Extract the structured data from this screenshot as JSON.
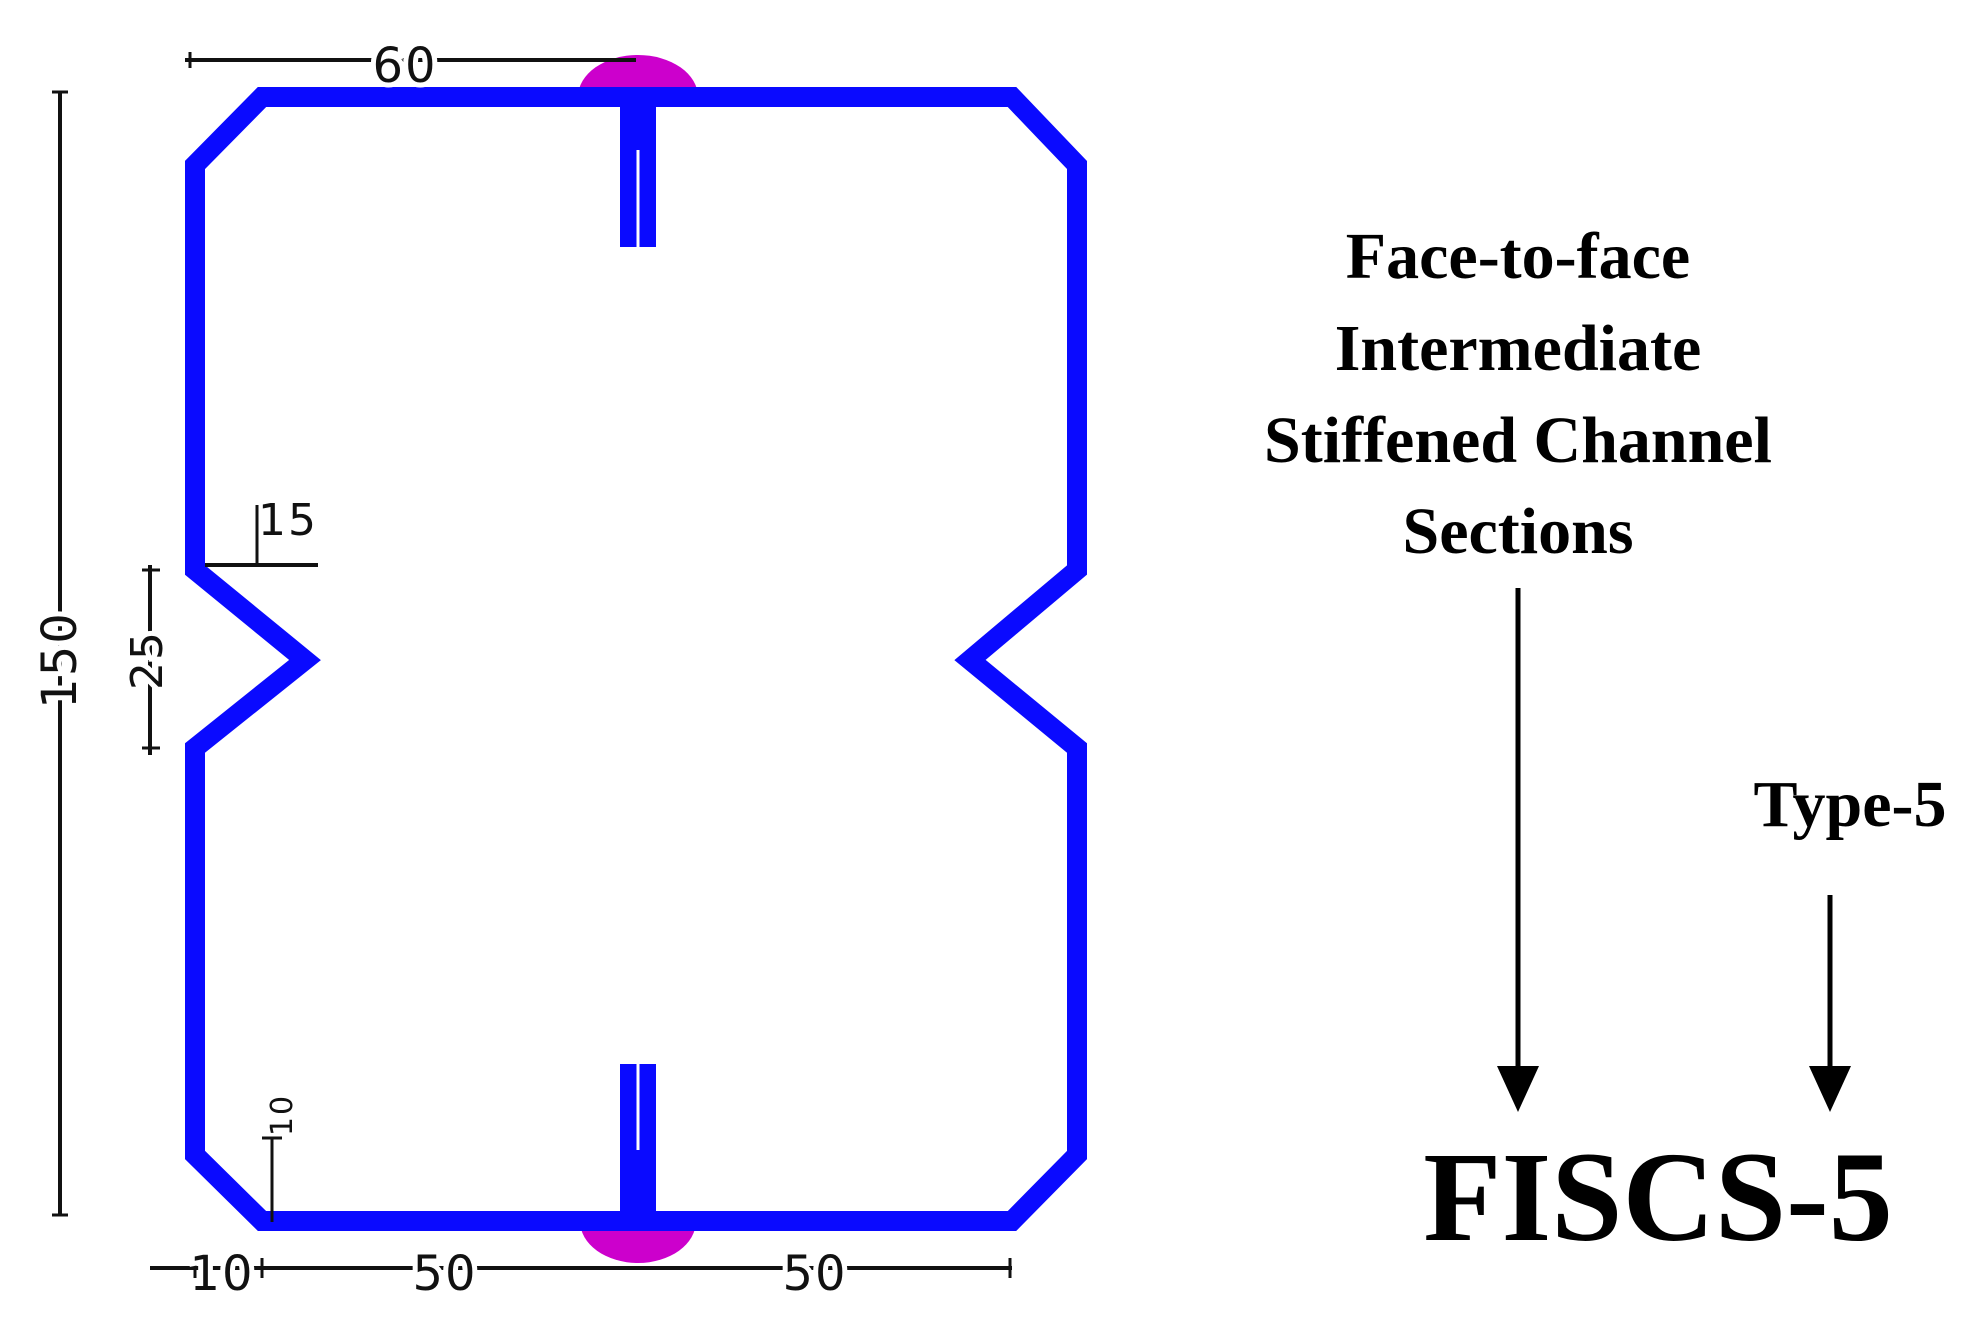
{
  "colors": {
    "section": "#0a0aff",
    "weld": "#cc00cc",
    "dimension": "#111111",
    "text": "#000000",
    "background": "#ffffff"
  },
  "dimensions": {
    "top_flange": "60",
    "overall_height": "150",
    "stiffener_depth": "15",
    "stiffener_height": "25",
    "lip": "10",
    "bottom_lip": "10",
    "bottom_left": "50",
    "bottom_right": "50"
  },
  "description": {
    "line1": "Face-to-face",
    "line2": "Intermediate",
    "line3": "Stiffened Channel",
    "line4": "Sections"
  },
  "type_label": "Type-5",
  "section_code": "FISCS-5"
}
